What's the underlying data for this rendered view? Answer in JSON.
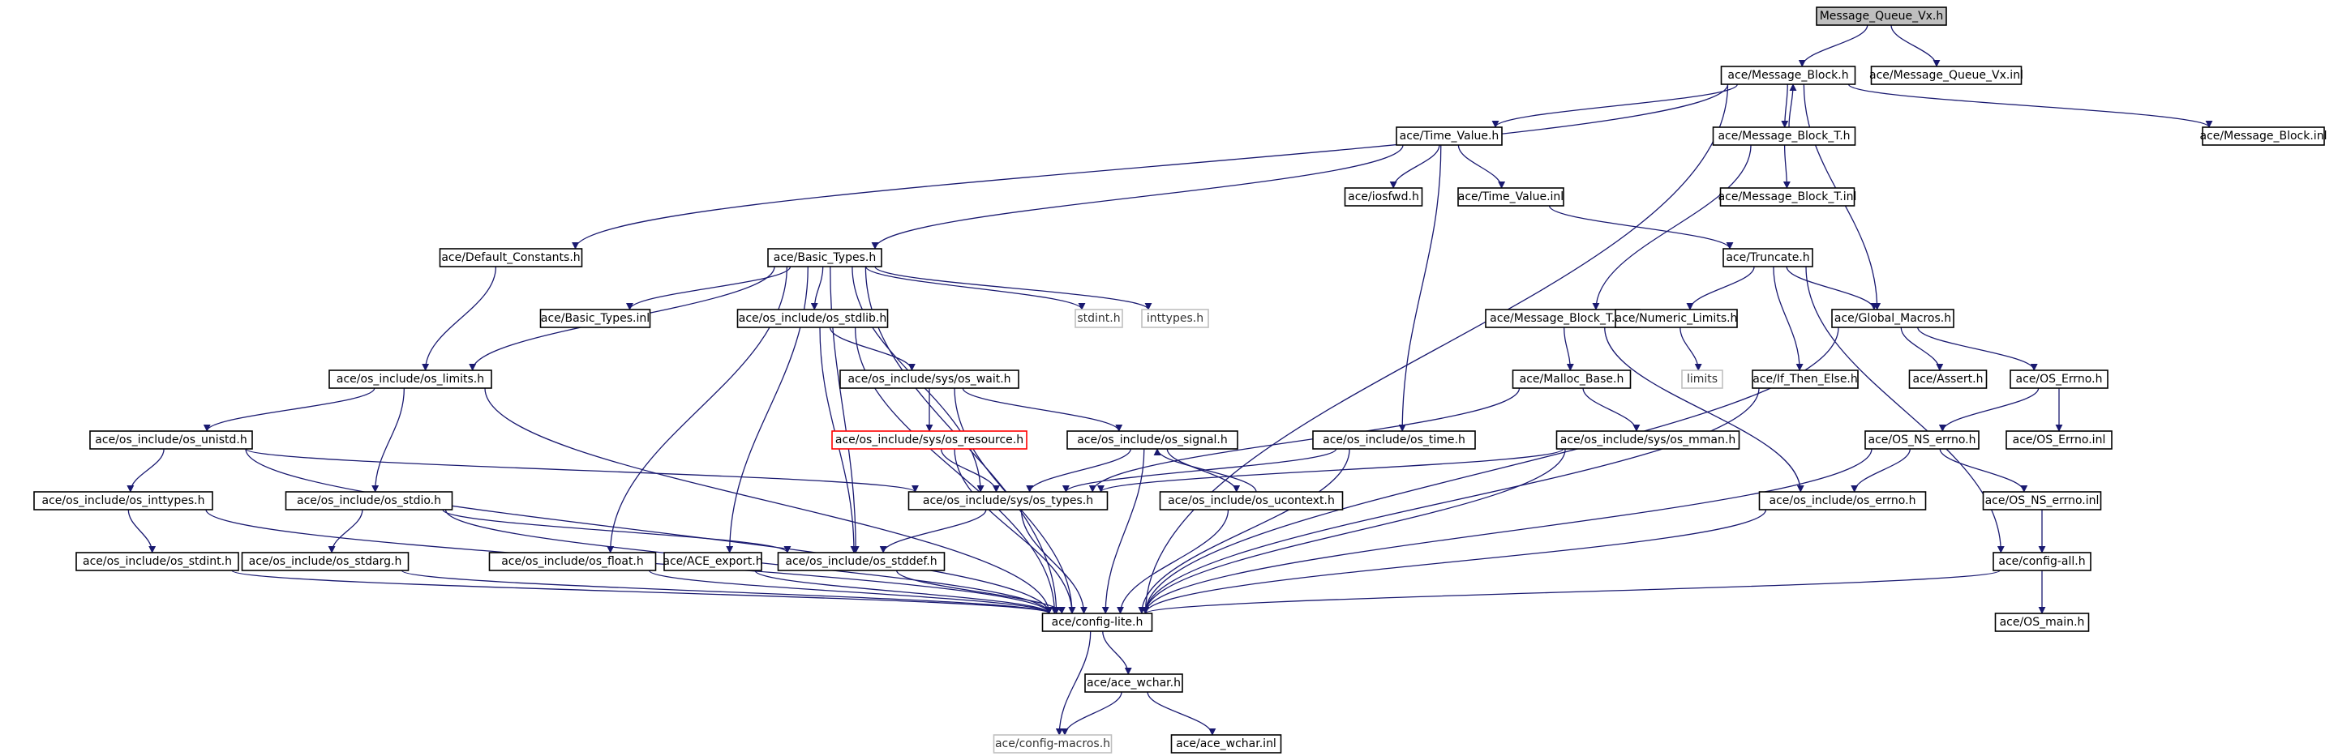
{
  "colors": {
    "edge": "#191970",
    "node_border": "#000000",
    "root_fill": "#bfbfbf",
    "external_border": "#bfbfbf",
    "missing_border": "#ff0000"
  },
  "nodes": [
    {
      "id": "root",
      "label": "Message_Queue_Vx.h",
      "kind": "root"
    },
    {
      "id": "mblock",
      "label": "ace/Message_Block.h",
      "kind": "normal"
    },
    {
      "id": "mqvxinl",
      "label": "ace/Message_Queue_Vx.inl",
      "kind": "normal"
    },
    {
      "id": "timeval",
      "label": "ace/Time_Value.h",
      "kind": "normal"
    },
    {
      "id": "mblockt",
      "label": "ace/Message_Block_T.h",
      "kind": "normal"
    },
    {
      "id": "mblockinl",
      "label": "ace/Message_Block.inl",
      "kind": "normal"
    },
    {
      "id": "iosfwd",
      "label": "ace/iosfwd.h",
      "kind": "normal"
    },
    {
      "id": "timevalinl",
      "label": "ace/Time_Value.inl",
      "kind": "normal"
    },
    {
      "id": "mblocktinl",
      "label": "ace/Message_Block_T.inl",
      "kind": "normal"
    },
    {
      "id": "defconst",
      "label": "ace/Default_Constants.h",
      "kind": "normal"
    },
    {
      "id": "basictypes",
      "label": "ace/Basic_Types.h",
      "kind": "normal"
    },
    {
      "id": "truncate",
      "label": "ace/Truncate.h",
      "kind": "normal"
    },
    {
      "id": "basictypesinl",
      "label": "ace/Basic_Types.inl",
      "kind": "normal"
    },
    {
      "id": "stdlib",
      "label": "ace/os_include/os_stdlib.h",
      "kind": "normal"
    },
    {
      "id": "stdinth",
      "label": "stdint.h",
      "kind": "external"
    },
    {
      "id": "inttypesh",
      "label": "inttypes.h",
      "kind": "external"
    },
    {
      "id": "mblocktcpp",
      "label": "ace/Message_Block_T.cpp",
      "kind": "normal"
    },
    {
      "id": "numlimits",
      "label": "ace/Numeric_Limits.h",
      "kind": "normal"
    },
    {
      "id": "globalmacros",
      "label": "ace/Global_Macros.h",
      "kind": "normal"
    },
    {
      "id": "limitsh",
      "label": "ace/os_include/os_limits.h",
      "kind": "normal"
    },
    {
      "id": "oswait",
      "label": "ace/os_include/sys/os_wait.h",
      "kind": "normal"
    },
    {
      "id": "mallocbase",
      "label": "ace/Malloc_Base.h",
      "kind": "normal"
    },
    {
      "id": "limits",
      "label": "limits",
      "kind": "external"
    },
    {
      "id": "ifthenelse",
      "label": "ace/If_Then_Else.h",
      "kind": "normal"
    },
    {
      "id": "asserth",
      "label": "ace/Assert.h",
      "kind": "normal"
    },
    {
      "id": "oserrno",
      "label": "ace/OS_Errno.h",
      "kind": "normal"
    },
    {
      "id": "unistd",
      "label": "ace/os_include/os_unistd.h",
      "kind": "normal"
    },
    {
      "id": "osresource",
      "label": "ace/os_include/sys/os_resource.h",
      "kind": "missing"
    },
    {
      "id": "ossignal",
      "label": "ace/os_include/os_signal.h",
      "kind": "normal"
    },
    {
      "id": "ostime",
      "label": "ace/os_include/os_time.h",
      "kind": "normal"
    },
    {
      "id": "osmman",
      "label": "ace/os_include/sys/os_mman.h",
      "kind": "normal"
    },
    {
      "id": "osnserrno",
      "label": "ace/OS_NS_errno.h",
      "kind": "normal"
    },
    {
      "id": "oserrnoinl",
      "label": "ace/OS_Errno.inl",
      "kind": "normal"
    },
    {
      "id": "osinttypes",
      "label": "ace/os_include/os_inttypes.h",
      "kind": "normal"
    },
    {
      "id": "osstdio",
      "label": "ace/os_include/os_stdio.h",
      "kind": "normal"
    },
    {
      "id": "systypes",
      "label": "ace/os_include/sys/os_types.h",
      "kind": "normal"
    },
    {
      "id": "osucontext",
      "label": "ace/os_include/os_ucontext.h",
      "kind": "normal"
    },
    {
      "id": "oserrnoh",
      "label": "ace/os_include/os_errno.h",
      "kind": "normal"
    },
    {
      "id": "osnserrnoinl",
      "label": "ace/OS_NS_errno.inl",
      "kind": "normal"
    },
    {
      "id": "osstdint",
      "label": "ace/os_include/os_stdint.h",
      "kind": "normal"
    },
    {
      "id": "osstdarg",
      "label": "ace/os_include/os_stdarg.h",
      "kind": "normal"
    },
    {
      "id": "osfloat",
      "label": "ace/os_include/os_float.h",
      "kind": "normal"
    },
    {
      "id": "aceexport",
      "label": "ace/ACE_export.h",
      "kind": "normal"
    },
    {
      "id": "osstddef",
      "label": "ace/os_include/os_stddef.h",
      "kind": "normal"
    },
    {
      "id": "configall",
      "label": "ace/config-all.h",
      "kind": "normal"
    },
    {
      "id": "configlite",
      "label": "ace/config-lite.h",
      "kind": "normal"
    },
    {
      "id": "osmain",
      "label": "ace/OS_main.h",
      "kind": "normal"
    },
    {
      "id": "acewchar",
      "label": "ace/ace_wchar.h",
      "kind": "normal"
    },
    {
      "id": "configmacros",
      "label": "ace/config-macros.h",
      "kind": "external"
    },
    {
      "id": "acewcharinl",
      "label": "ace/ace_wchar.inl",
      "kind": "normal"
    }
  ],
  "edges": [
    [
      "root",
      "mblock"
    ],
    [
      "root",
      "mqvxinl"
    ],
    [
      "mblock",
      "timeval"
    ],
    [
      "mblock",
      "mblockt"
    ],
    [
      "mblock",
      "mblockinl"
    ],
    [
      "mblock",
      "defconst"
    ],
    [
      "mblock",
      "globalmacros"
    ],
    [
      "mblock",
      "configlite"
    ],
    [
      "mblockt",
      "mblock"
    ],
    [
      "mblockt",
      "mblocktinl"
    ],
    [
      "mblockt",
      "mblocktcpp"
    ],
    [
      "timeval",
      "iosfwd"
    ],
    [
      "timeval",
      "timevalinl"
    ],
    [
      "timeval",
      "basictypes"
    ],
    [
      "timeval",
      "ostime"
    ],
    [
      "timevalinl",
      "truncate"
    ],
    [
      "defconst",
      "limitsh"
    ],
    [
      "basictypes",
      "basictypesinl"
    ],
    [
      "basictypes",
      "stdlib"
    ],
    [
      "basictypes",
      "stdinth"
    ],
    [
      "basictypes",
      "inttypesh"
    ],
    [
      "basictypes",
      "limitsh"
    ],
    [
      "basictypes",
      "osfloat"
    ],
    [
      "basictypes",
      "aceexport"
    ],
    [
      "basictypes",
      "osstddef"
    ],
    [
      "basictypes",
      "systypes"
    ],
    [
      "basictypes",
      "configlite"
    ],
    [
      "truncate",
      "numlimits"
    ],
    [
      "truncate",
      "ifthenelse"
    ],
    [
      "truncate",
      "globalmacros"
    ],
    [
      "truncate",
      "configall"
    ],
    [
      "numlimits",
      "limits"
    ],
    [
      "globalmacros",
      "asserth"
    ],
    [
      "globalmacros",
      "oserrno"
    ],
    [
      "globalmacros",
      "configlite"
    ],
    [
      "mblocktcpp",
      "mallocbase"
    ],
    [
      "mblocktcpp",
      "oserrnoh"
    ],
    [
      "stdlib",
      "oswait"
    ],
    [
      "stdlib",
      "osstddef"
    ],
    [
      "stdlib",
      "configlite"
    ],
    [
      "oswait",
      "osresource"
    ],
    [
      "oswait",
      "ossignal"
    ],
    [
      "oswait",
      "configlite"
    ],
    [
      "mallocbase",
      "osmman"
    ],
    [
      "mallocbase",
      "systypes"
    ],
    [
      "oserrno",
      "osnserrno"
    ],
    [
      "oserrno",
      "oserrnoinl"
    ],
    [
      "limitsh",
      "unistd"
    ],
    [
      "limitsh",
      "osstdio"
    ],
    [
      "limitsh",
      "configlite"
    ],
    [
      "unistd",
      "osinttypes"
    ],
    [
      "unistd",
      "systypes"
    ],
    [
      "unistd",
      "configlite"
    ],
    [
      "osresource",
      "systypes"
    ],
    [
      "osresource",
      "configlite"
    ],
    [
      "ossignal",
      "systypes"
    ],
    [
      "ossignal",
      "osucontext"
    ],
    [
      "ossignal",
      "configlite"
    ],
    [
      "osucontext",
      "ossignal"
    ],
    [
      "osucontext",
      "configlite"
    ],
    [
      "ostime",
      "systypes"
    ],
    [
      "ostime",
      "configlite"
    ],
    [
      "osmman",
      "systypes"
    ],
    [
      "osmman",
      "configlite"
    ],
    [
      "osnserrno",
      "oserrnoh"
    ],
    [
      "osnserrno",
      "osnserrnoinl"
    ],
    [
      "osnserrno",
      "configlite"
    ],
    [
      "osnserrnoinl",
      "configall"
    ],
    [
      "osinttypes",
      "osstdint"
    ],
    [
      "osinttypes",
      "configlite"
    ],
    [
      "osstdio",
      "osstdarg"
    ],
    [
      "osstdio",
      "osstddef"
    ],
    [
      "osstdio",
      "configlite"
    ],
    [
      "systypes",
      "osstddef"
    ],
    [
      "systypes",
      "configlite"
    ],
    [
      "ifthenelse",
      "configlite"
    ],
    [
      "oserrnoh",
      "configlite"
    ],
    [
      "osstdint",
      "configlite"
    ],
    [
      "osstdarg",
      "configlite"
    ],
    [
      "osfloat",
      "configlite"
    ],
    [
      "aceexport",
      "configlite"
    ],
    [
      "osstddef",
      "configlite"
    ],
    [
      "configall",
      "configlite"
    ],
    [
      "configall",
      "osmain"
    ],
    [
      "configlite",
      "acewchar"
    ],
    [
      "configlite",
      "configmacros"
    ],
    [
      "acewchar",
      "configmacros"
    ],
    [
      "acewchar",
      "acewcharinl"
    ]
  ]
}
